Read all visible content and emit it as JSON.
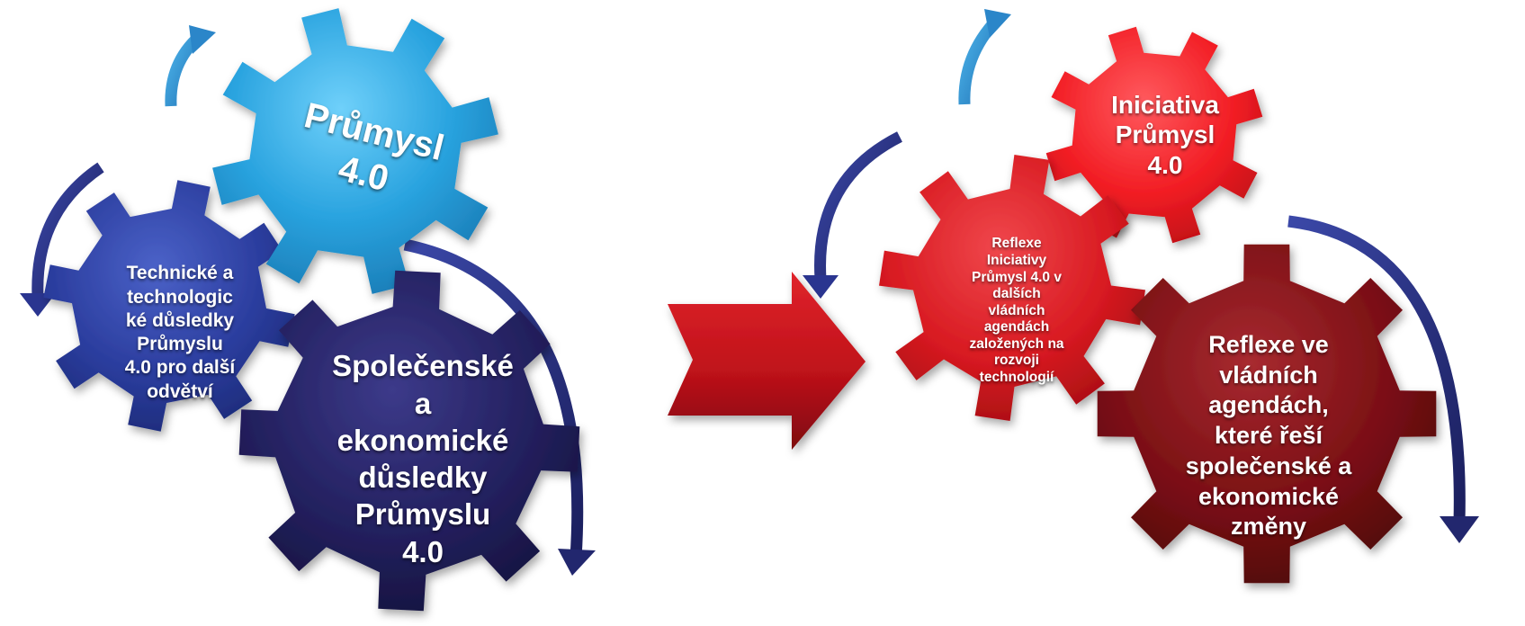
{
  "colors": {
    "gear_light_blue": "#29a3df",
    "gear_blue": "#2b3d9e",
    "gear_navy": "#23205e",
    "gear_red": "#f21d24",
    "gear_crimson": "#e01e24",
    "gear_dark_red": "#7a0f14",
    "arrow_red": "#c0121a",
    "curve_light": "#3a8fd0",
    "curve_dark": "#2a2f7a"
  },
  "left_group": {
    "main_gear": {
      "text": "Průmysl\n4.0",
      "icon": "gear-icon"
    },
    "technical_gear": {
      "text": "Technické a\ntechnologic\nké důsledky\nPrůmyslu\n4.0 pro další\nodvětví",
      "icon": "gear-icon"
    },
    "social_gear": {
      "text": "Společenské\na\nekonomické\ndůsledky\nPrůmyslu\n4.0",
      "icon": "gear-icon"
    }
  },
  "transition_arrow": {
    "icon": "arrow-right-icon"
  },
  "right_group": {
    "initiative_gear": {
      "text": "Iniciativa\nPrůmysl\n4.0",
      "icon": "gear-icon"
    },
    "reflection_gear": {
      "text": "Reflexe\nIniciativy\nPrůmysl 4.0 v\ndalších\nvládních\nagendách\nzaložených na\nrozvoji\ntechnologií",
      "icon": "gear-icon"
    },
    "government_gear": {
      "text": "Reflexe ve\nvládních\nagendách,\nkteré řeší\nspolečenské a\nekonomické\nzměny",
      "icon": "gear-icon"
    }
  }
}
